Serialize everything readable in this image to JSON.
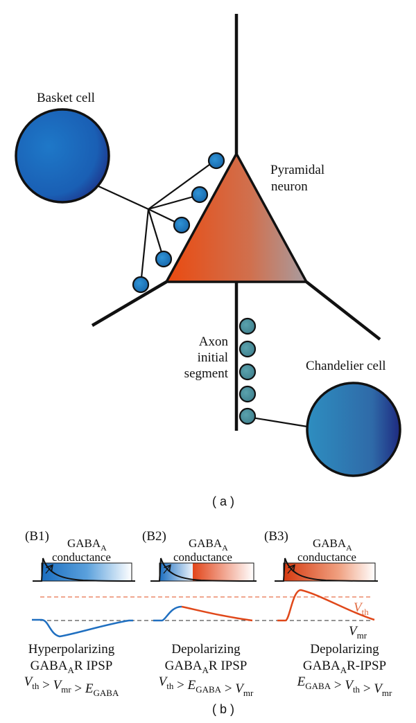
{
  "panel_a": {
    "caption": "( a )",
    "basket_label": "Basket cell",
    "pyramidal_label_1": "Pyramidal",
    "pyramidal_label_2": "neuron",
    "axon_label_1": "Axon",
    "axon_label_2": "initial",
    "axon_label_3": "segment",
    "chandelier_label": "Chandelier cell"
  },
  "panel_b": {
    "caption": "( b )",
    "conductance_label": "conductance",
    "gaba_main": "GABA",
    "gaba_sub": "A",
    "vth_main": "V",
    "vth_sub": "th",
    "vmr_main": "V",
    "vmr_sub": "mr",
    "b1": {
      "id": "(B1)",
      "line1": "Hyperpolarizing",
      "line2_pre": "GABA",
      "line2_sub": "A",
      "line2_post": "R IPSP",
      "ineq": [
        {
          "main": "V",
          "sub": "th"
        },
        {
          "op": " > "
        },
        {
          "main": "V",
          "sub": "mr"
        },
        {
          "op": " > "
        },
        {
          "main": "E",
          "sub": "GABA"
        }
      ]
    },
    "b2": {
      "id": "(B2)",
      "line1": "Depolarizing",
      "line2_pre": "GABA",
      "line2_sub": "A",
      "line2_post": "R IPSP",
      "ineq": [
        {
          "main": "V",
          "sub": "th"
        },
        {
          "op": " > "
        },
        {
          "main": "E",
          "sub": "GABA"
        },
        {
          "op": " > "
        },
        {
          "main": "V",
          "sub": "mr"
        }
      ]
    },
    "b3": {
      "id": "(B3)",
      "line1": "Depolarizing",
      "line2_pre": "GABA",
      "line2_sub": "A",
      "line2_post": "R-IPSP",
      "ineq": [
        {
          "main": "E",
          "sub": "GABA"
        },
        {
          "op": " > "
        },
        {
          "main": "V",
          "sub": "th"
        },
        {
          "op": " > "
        },
        {
          "main": "V",
          "sub": "mr"
        }
      ]
    }
  },
  "colors": {
    "blue": "#1f6fc0",
    "dark_blue": "#23328a",
    "red": "#e34a12",
    "teal": "#4a8a98",
    "threshold_dashed": "#e8714a",
    "rest_dashed": "#555555"
  }
}
